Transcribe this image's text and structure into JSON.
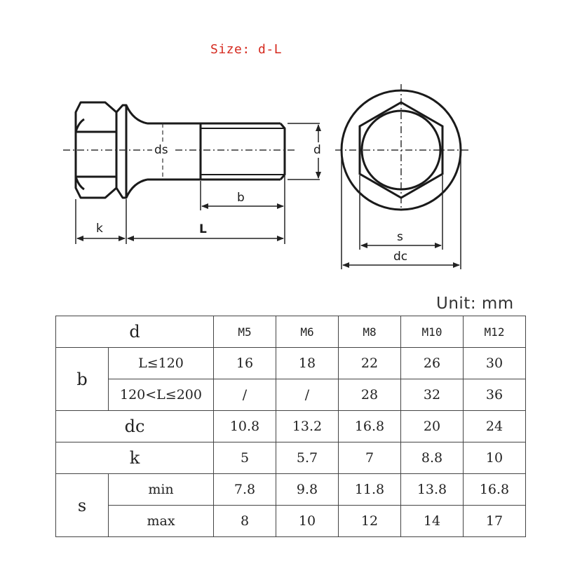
{
  "size_label": "Size: d-L",
  "unit_label": "Unit: mm",
  "drawing_labels": {
    "ds": "ds",
    "d": "d",
    "b": "b",
    "k": "k",
    "L": "L",
    "s": "s",
    "dc": "dc"
  },
  "table": {
    "header": {
      "label": "d",
      "sizes": [
        "M5",
        "M6",
        "M8",
        "M10",
        "M12"
      ]
    },
    "b": {
      "label": "b",
      "rows": [
        {
          "cond": "L≤120",
          "values": [
            "16",
            "18",
            "22",
            "26",
            "30"
          ]
        },
        {
          "cond": "120<L≤200",
          "values": [
            "/",
            "/",
            "28",
            "32",
            "36"
          ]
        }
      ]
    },
    "dc": {
      "label": "dc",
      "values": [
        "10.8",
        "13.2",
        "16.8",
        "20",
        "24"
      ]
    },
    "k": {
      "label": "k",
      "values": [
        "5",
        "5.7",
        "7",
        "8.8",
        "10"
      ]
    },
    "s": {
      "label": "s",
      "rows": [
        {
          "cond": "min",
          "values": [
            "7.8",
            "9.8",
            "11.8",
            "13.8",
            "16.8"
          ]
        },
        {
          "cond": "max",
          "values": [
            "8",
            "10",
            "12",
            "14",
            "17"
          ]
        }
      ]
    }
  }
}
